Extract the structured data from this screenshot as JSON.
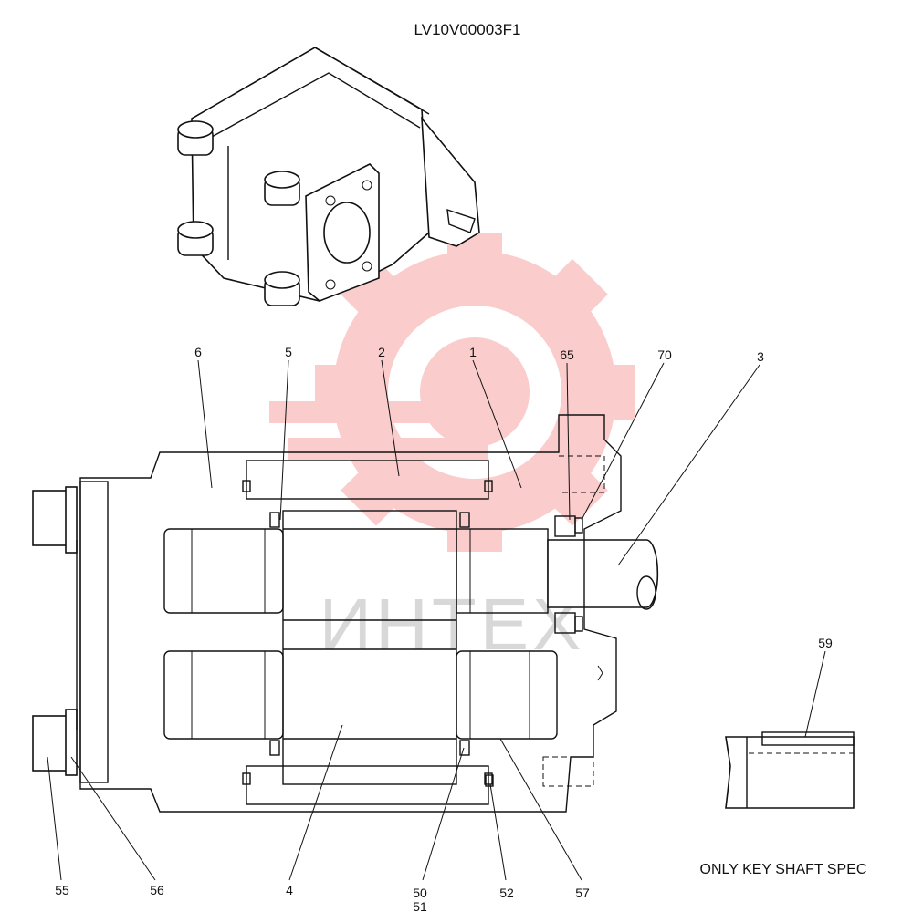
{
  "diagram": {
    "title": "LV10V00003F1",
    "note": "ONLY KEY SHAFT SPEC",
    "watermark_text": "ИНТЕХ",
    "watermark_color": "#f25a5a",
    "callouts": {
      "c6": "6",
      "c5": "5",
      "c2": "2",
      "c1": "1",
      "c65": "65",
      "c70": "70",
      "c3": "3",
      "c59": "59",
      "c55": "55",
      "c56": "56",
      "c4": "4",
      "c50": "50",
      "c51": "51",
      "c52": "52",
      "c57": "57"
    }
  }
}
